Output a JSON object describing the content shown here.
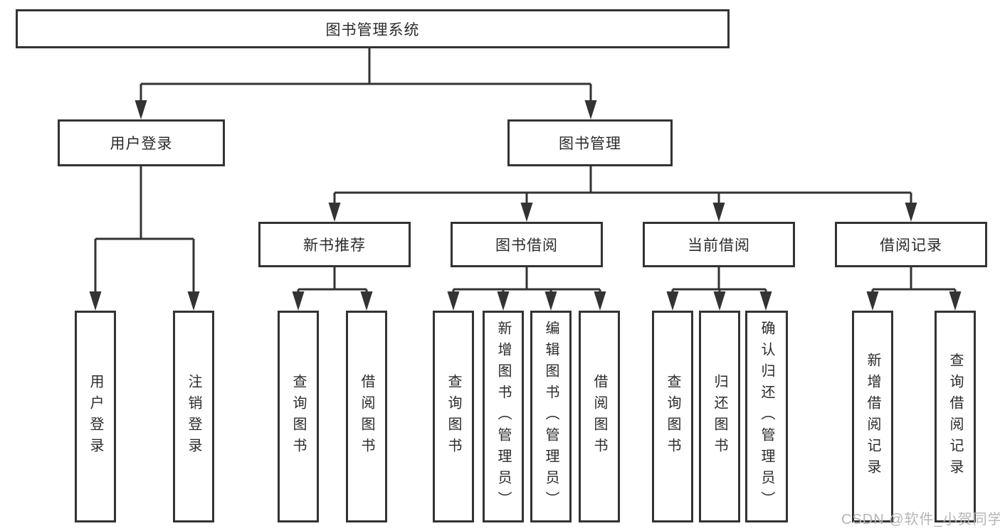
{
  "tree": {
    "root": {
      "label": "图书管理系统",
      "children": [
        {
          "label": "用户登录",
          "children": [
            {
              "label": "用户登录"
            },
            {
              "label": "注销登录"
            }
          ]
        },
        {
          "label": "图书管理",
          "children": [
            {
              "label": "新书推荐",
              "children": [
                {
                  "label": "查询图书"
                },
                {
                  "label": "借阅图书"
                }
              ]
            },
            {
              "label": "图书借阅",
              "children": [
                {
                  "label": "查询图书"
                },
                {
                  "label": "新增图书（管理员）"
                },
                {
                  "label": "编辑图书（管理员）"
                },
                {
                  "label": "借阅图书"
                }
              ]
            },
            {
              "label": "当前借阅",
              "children": [
                {
                  "label": "查询图书"
                },
                {
                  "label": "归还图书"
                },
                {
                  "label": "确认归还（管理员）"
                }
              ]
            },
            {
              "label": "借阅记录",
              "children": [
                {
                  "label": "新增借阅记录"
                },
                {
                  "label": "查询借阅记录"
                }
              ]
            }
          ]
        }
      ]
    }
  },
  "watermark": "CSDN @软件_小贺同学",
  "colors": {
    "background": "#ffffff",
    "line": "#333333",
    "box_border": "#333333",
    "box_fill": "#ffffff",
    "text": "#2b2b2b",
    "watermark": "#b5b5b5"
  }
}
